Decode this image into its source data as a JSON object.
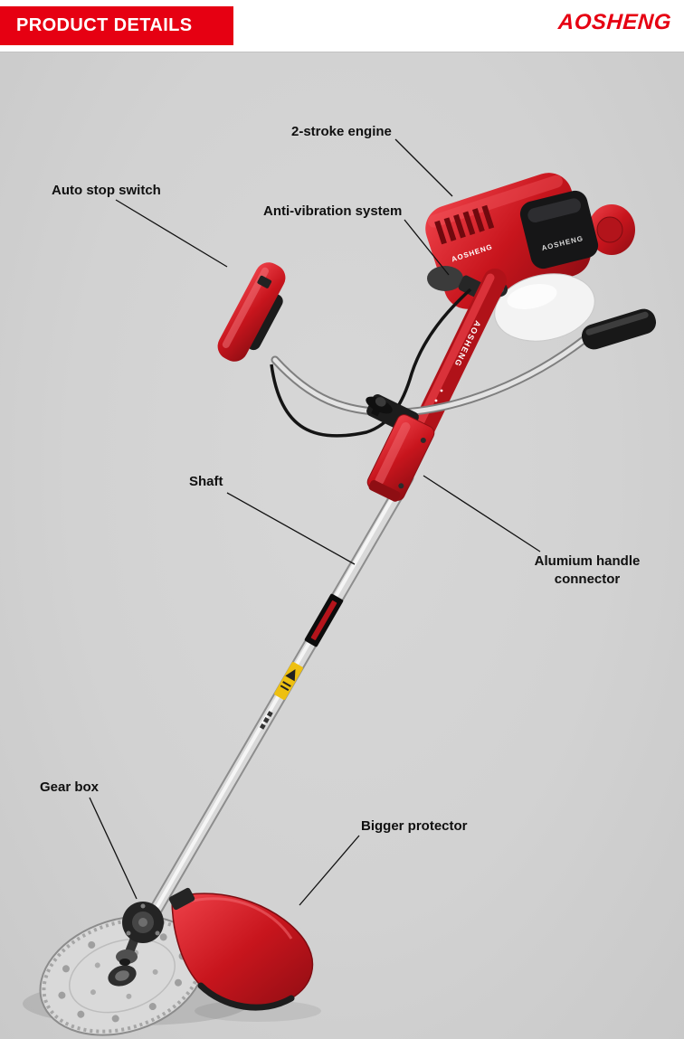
{
  "header": {
    "title": "PRODUCT DETAILS",
    "brand": "AOSHENG"
  },
  "product": {
    "engine_text": "AOSHENG",
    "shaft_text": "AOSHENG"
  },
  "colors": {
    "accent_red": "#e60012",
    "product_red": "#c8151d",
    "product_red_dark": "#8f0d13",
    "background_gray": "#d2d2d2",
    "label_text": "#101010"
  },
  "labels": [
    {
      "id": "engine",
      "text": "2-stroke engine"
    },
    {
      "id": "auto-stop-switch",
      "text": "Auto stop switch"
    },
    {
      "id": "anti-vibration",
      "text": "Anti-vibration system"
    },
    {
      "id": "shaft",
      "text": "Shaft"
    },
    {
      "id": "handle-connector",
      "text": "Alumium handle connector"
    },
    {
      "id": "gear-box",
      "text": "Gear box"
    },
    {
      "id": "protector",
      "text": "Bigger protector"
    }
  ]
}
